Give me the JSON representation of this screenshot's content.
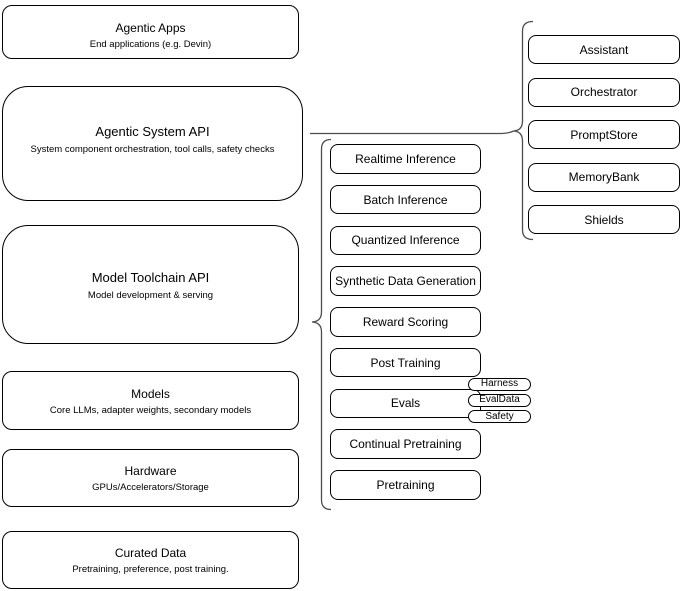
{
  "diagram": {
    "stack": [
      {
        "title": "Agentic Apps",
        "subtitle": "End applications (e.g. Devin)"
      },
      {
        "title": "Agentic System API",
        "subtitle": "System component orchestration, tool calls, safety checks"
      },
      {
        "title": "Model Toolchain API",
        "subtitle": "Model development & serving"
      },
      {
        "title": "Models",
        "subtitle": "Core LLMs, adapter weights, secondary models"
      },
      {
        "title": "Hardware",
        "subtitle": "GPUs/Accelerators/Storage"
      },
      {
        "title": "Curated Data",
        "subtitle": "Pretraining, preference, post training."
      }
    ],
    "toolchain_items": [
      "Realtime Inference",
      "Batch Inference",
      "Quantized Inference",
      "Synthetic Data Generation",
      "Reward Scoring",
      "Post Training",
      "Evals",
      "Continual Pretraining",
      "Pretraining"
    ],
    "eval_tags": [
      "Harness",
      "EvalData",
      "Safety"
    ],
    "system_components": [
      "Assistant",
      "Orchestrator",
      "PromptStore",
      "MemoryBank",
      "Shields"
    ],
    "colors": {
      "stroke": "#000000",
      "connector": "#4d4d4d",
      "background": "#ffffff",
      "text": "#000000"
    }
  }
}
